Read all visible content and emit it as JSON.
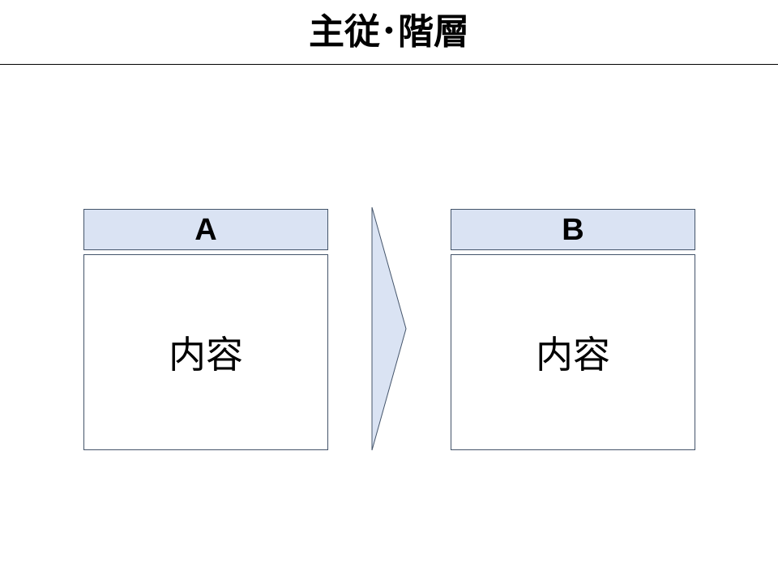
{
  "slide": {
    "title": "主従･階層"
  },
  "diagram": {
    "left_box": {
      "header": "A",
      "content": "内容"
    },
    "right_box": {
      "header": "B",
      "content": "内容"
    },
    "colors": {
      "header_fill": "#dae3f3",
      "border": "#44546a",
      "arrow_fill": "#dae3f3"
    }
  }
}
